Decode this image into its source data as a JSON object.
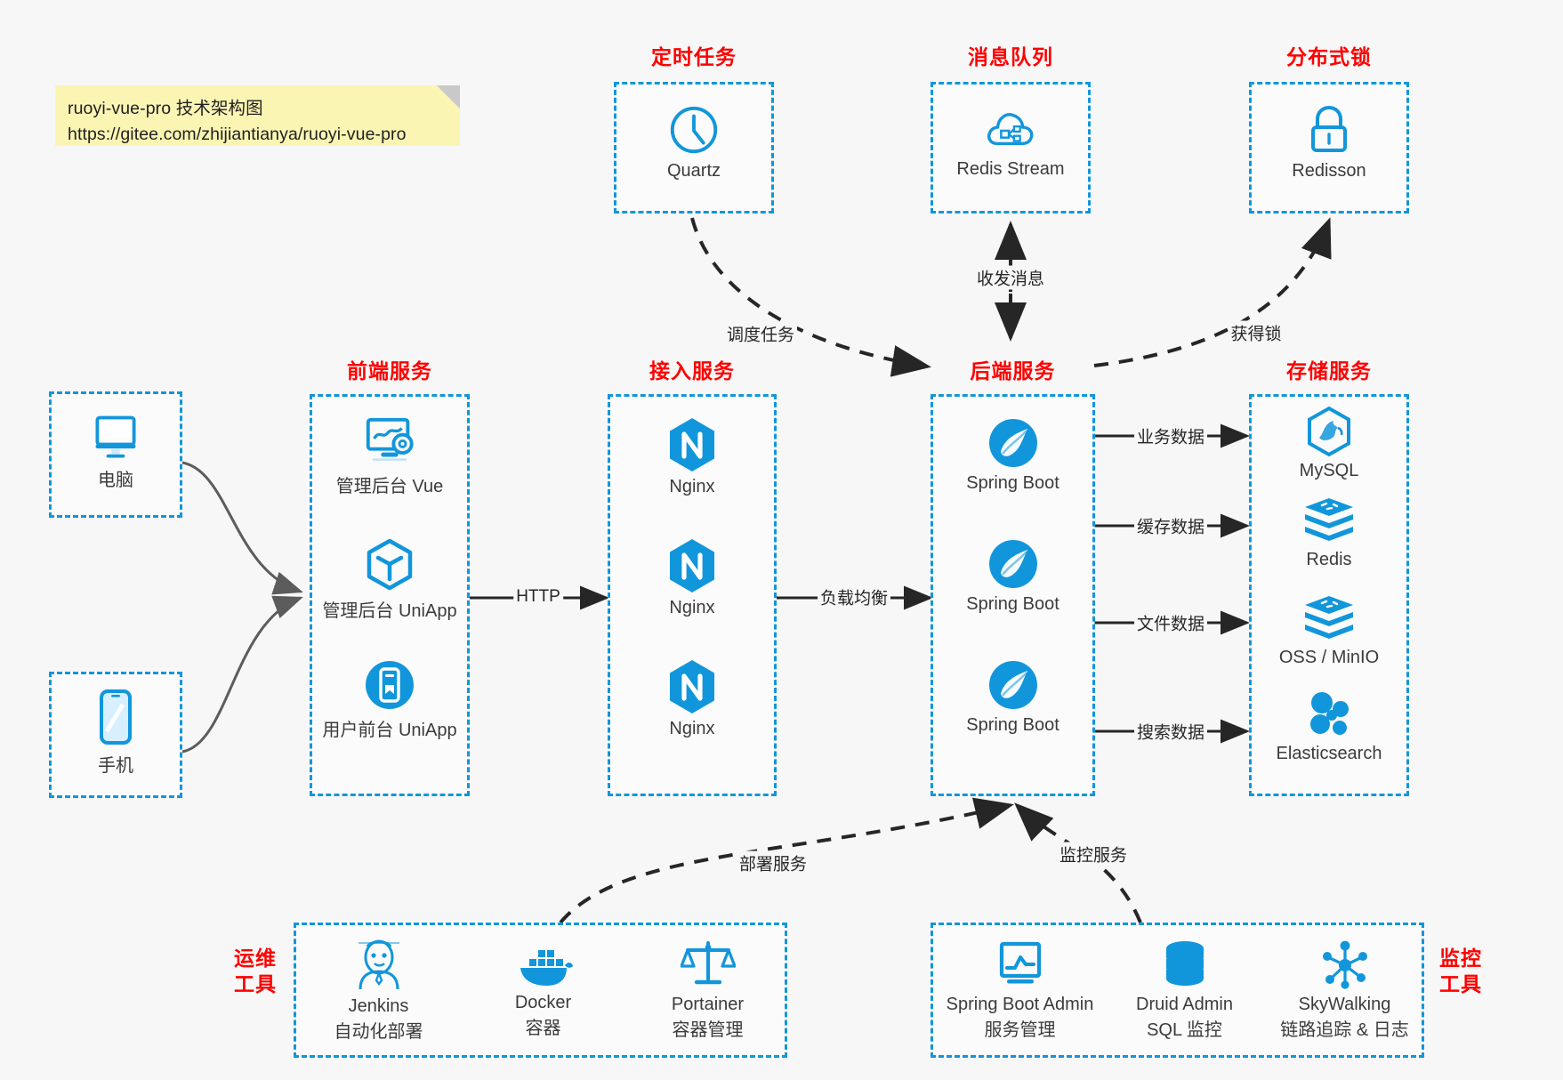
{
  "note": {
    "line1": "ruoyi-vue-pro 技术架构图",
    "line2": "https://gitee.com/zhijiantianya/ruoyi-vue-pro"
  },
  "groups": {
    "scheduled_task": "定时任务",
    "message_queue": "消息队列",
    "distributed_lock": "分布式锁",
    "frontend_service": "前端服务",
    "access_service": "接入服务",
    "backend_service": "后端服务",
    "storage_service": "存储服务",
    "devops_tools": "运维\n工具",
    "devops_tools_l1": "运维",
    "devops_tools_l2": "工具",
    "monitor_tools_l1": "监控",
    "monitor_tools_l2": "工具"
  },
  "nodes": {
    "quartz": "Quartz",
    "redis_stream": "Redis Stream",
    "redisson": "Redisson",
    "computer": "电脑",
    "phone": "手机",
    "admin_vue": "管理后台 Vue",
    "admin_uniapp": "管理后台 UniApp",
    "user_uniapp": "用户前台 UniApp",
    "nginx1": "Nginx",
    "nginx2": "Nginx",
    "nginx3": "Nginx",
    "spring_boot1": "Spring Boot",
    "spring_boot2": "Spring Boot",
    "spring_boot3": "Spring Boot",
    "mysql": "MySQL",
    "redis": "Redis",
    "oss_minio": "OSS / MinIO",
    "elasticsearch": "Elasticsearch",
    "jenkins": "Jenkins",
    "jenkins_sub": "自动化部署",
    "docker": "Docker",
    "docker_sub": "容器",
    "portainer": "Portainer",
    "portainer_sub": "容器管理",
    "sba": "Spring Boot Admin",
    "sba_sub": "服务管理",
    "druid": "Druid Admin",
    "druid_sub": "SQL 监控",
    "skywalking": "SkyWalking",
    "skywalking_sub": "链路追踪 & 日志"
  },
  "edges": {
    "http": "HTTP",
    "load_balance": "负载均衡",
    "schedule_task": "调度任务",
    "send_receive_msg": "收发消息",
    "acquire_lock": "获得锁",
    "business_data": "业务数据",
    "cache_data": "缓存数据",
    "file_data": "文件数据",
    "search_data": "搜索数据",
    "deploy_service": "部署服务",
    "monitor_service": "监控服务"
  },
  "colors": {
    "accent": "#1296db",
    "title": "#ff0000",
    "background": "#f7f7f7",
    "note": "#fbf5b4",
    "text": "#3b3b3b",
    "wire": "#5c5c5c"
  }
}
